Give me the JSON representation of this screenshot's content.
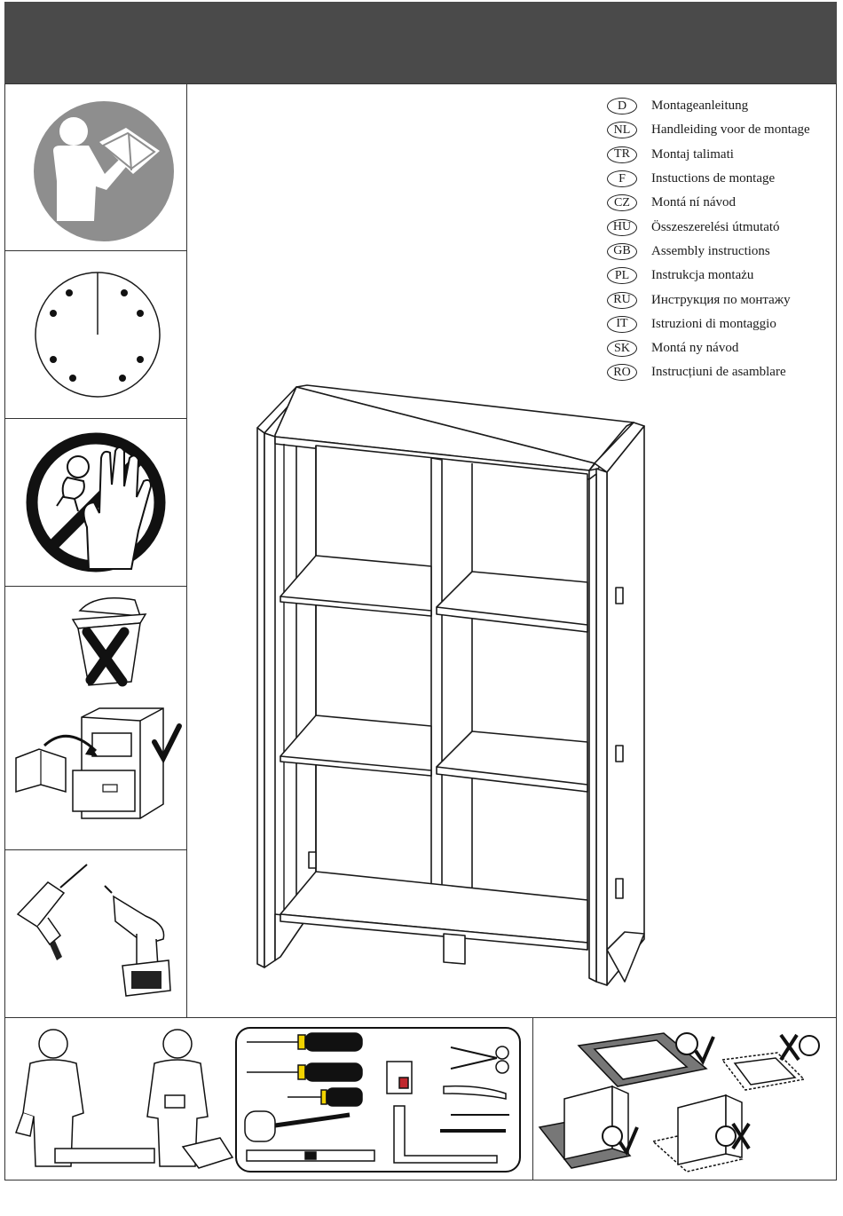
{
  "languages": [
    {
      "code": "D",
      "text": "Montageanleitung"
    },
    {
      "code": "NL",
      "text": "Handleiding voor de montage"
    },
    {
      "code": "TR",
      "text": "Montaj  talimati"
    },
    {
      "code": "F",
      "text": "Instuctions de montage"
    },
    {
      "code": "CZ",
      "text": "Montá  ní návod"
    },
    {
      "code": "HU",
      "text": "Összeszerelési útmutató"
    },
    {
      "code": "GB",
      "text": "Assembly instructions"
    },
    {
      "code": "PL",
      "text": "Instrukcja montażu"
    },
    {
      "code": "RU",
      "text": "Инструкция по монтажу"
    },
    {
      "code": "IT",
      "text": "Istruzioni di montaggio"
    },
    {
      "code": "SK",
      "text": "Montá  ny návod"
    },
    {
      "code": "RO",
      "text": "Instrucțiuni de asamblare"
    }
  ],
  "icons": {
    "read": "read-manual-icon",
    "clock": "assembly-time-clock-icon",
    "children": "no-children-icon",
    "trash": "do-not-discard-icon",
    "file": "keep-in-cabinet-icon",
    "drill": "drill-tools-icon",
    "workers": "two-person-assembly-icon",
    "tools": "required-tools-icon",
    "surface": "assemble-on-soft-surface-icon"
  },
  "colors": {
    "header": "#4a4a4a",
    "pictogram": "#8e8e8e",
    "line": "#1a1a1a"
  }
}
